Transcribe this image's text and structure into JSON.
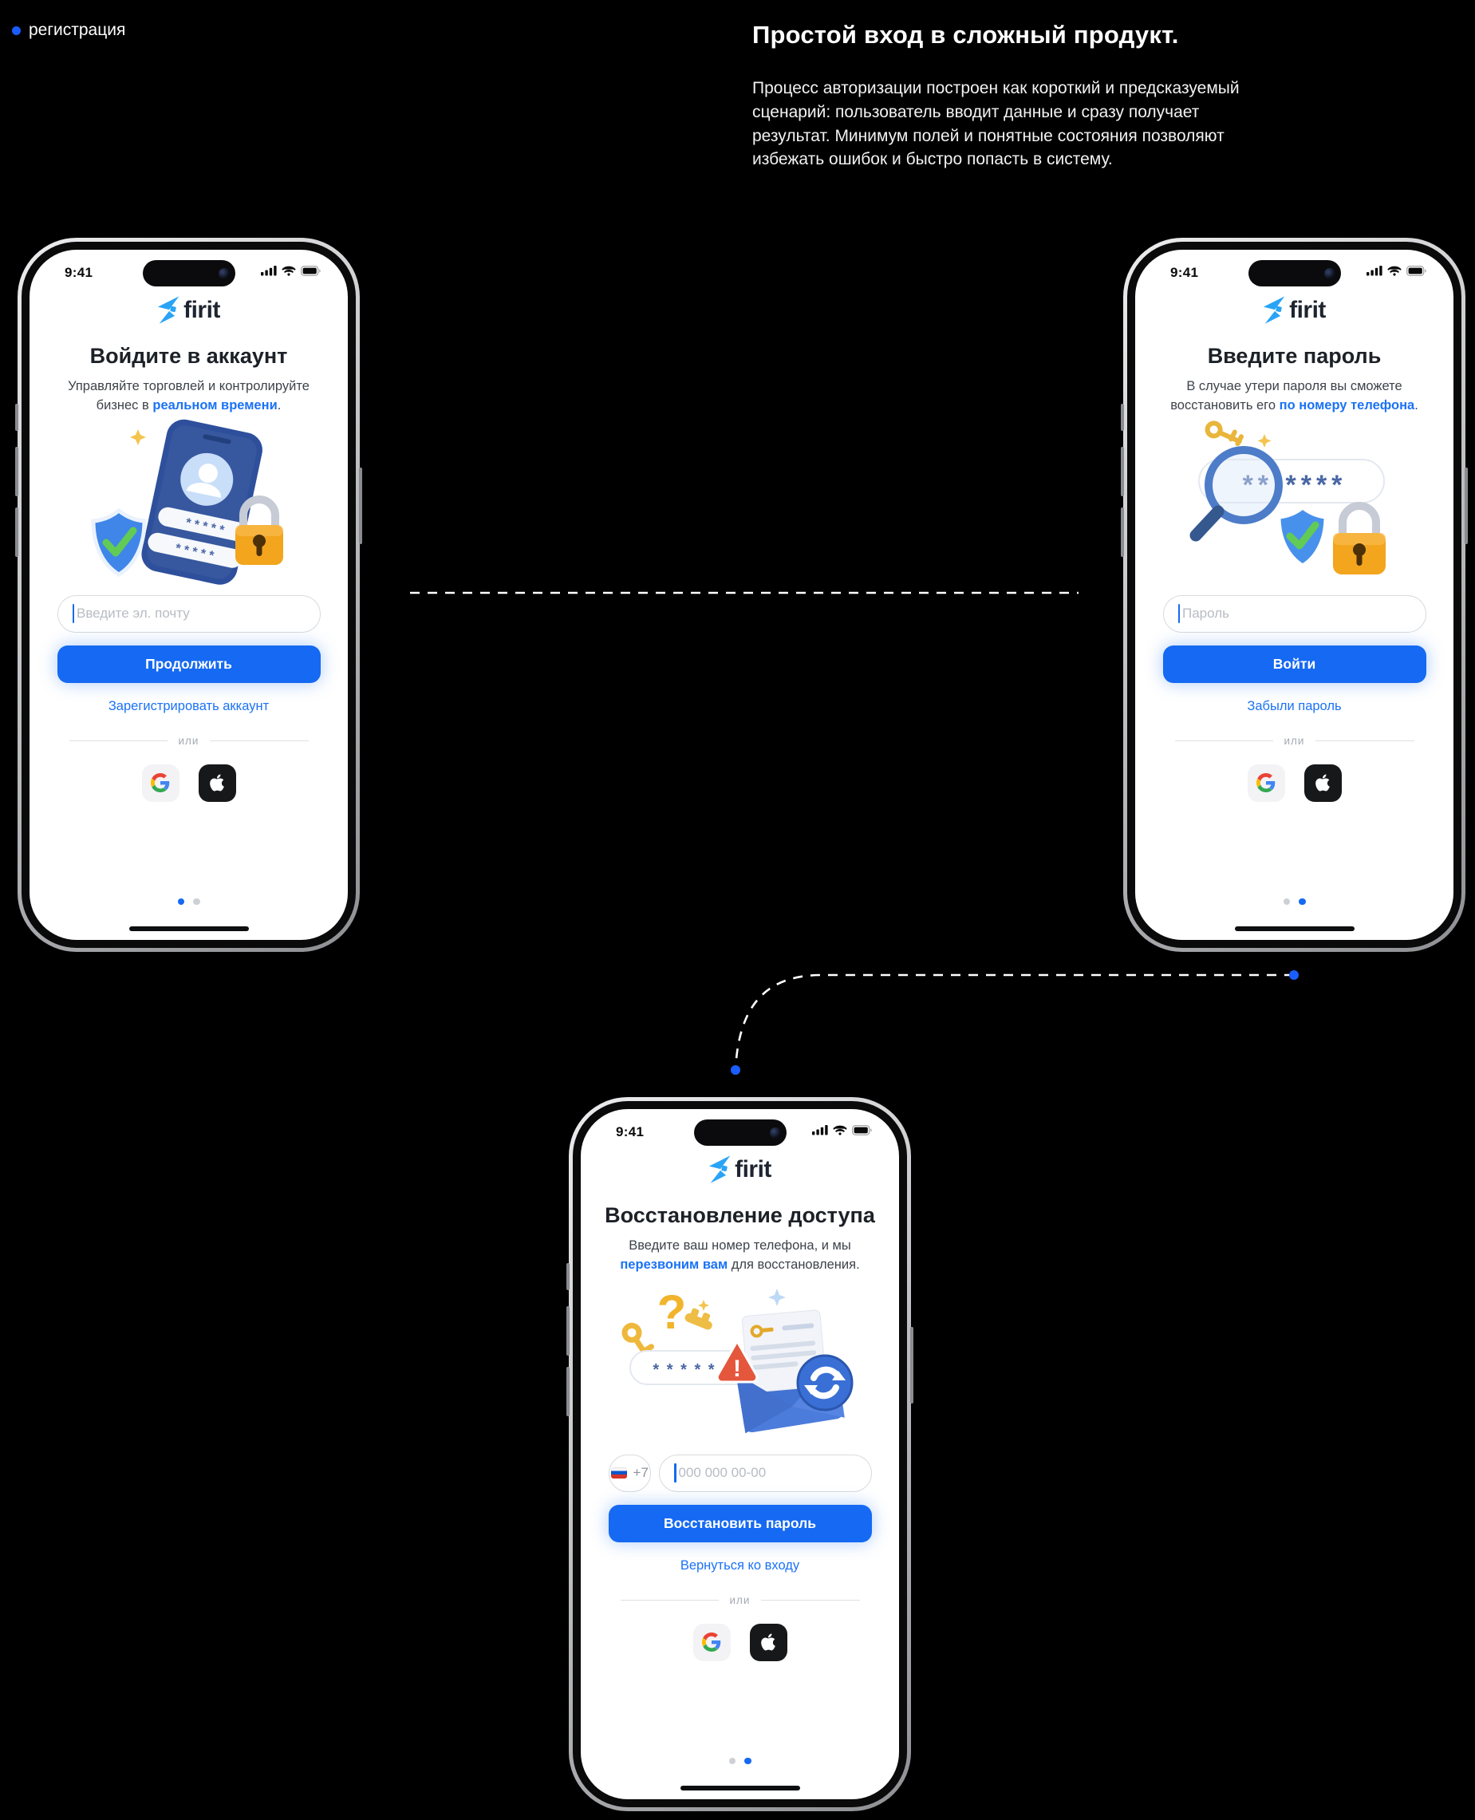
{
  "colors": {
    "page_bg": "#000000",
    "accent_blue": "#1569f2",
    "link_blue": "#1b72f5",
    "tag_dot": "#1a5cff"
  },
  "tag": {
    "label": "регистрация"
  },
  "hero": {
    "title": "Простой вход в сложный продукт.",
    "description": "Процесс авторизации построен как короткий и предсказуемый сценарий: пользователь вводит данные и сразу получает результат. Минимум полей и понятные состояния позволяют избежать ошибок и быстро попасть в систему."
  },
  "icons": {
    "status": [
      "cellular-signal-icon",
      "wifi-icon",
      "battery-icon"
    ],
    "social": [
      "google-g-icon",
      "apple-icon"
    ],
    "country_flag": "russia-flag-icon",
    "camera": "camera-lens"
  },
  "phones": [
    {
      "time": "9:41",
      "brand": "firit",
      "title": "Войдите в аккаунт",
      "subtitle_pre": "Управляйте торговлей и контролируйте бизнес в ",
      "subtitle_link": "реальном времени",
      "subtitle_post": ".",
      "email_placeholder": "Введите эл. почту",
      "primary_button": "Продолжить",
      "secondary_link": "Зарегистрировать аккаунт",
      "divider_label": "или",
      "mask_row1": "* * * * *",
      "mask_row2": "* * * * *",
      "active_dot": 0
    },
    {
      "time": "9:41",
      "brand": "firit",
      "title": "Введите пароль",
      "subtitle_pre": "В случае утери пароля вы сможете восстановить его ",
      "subtitle_link": "по номеру телефона",
      "subtitle_post": ".",
      "password_placeholder": "Пароль",
      "primary_button": "Войти",
      "secondary_link": "Забыли пароль",
      "divider_label": "или",
      "password_mask": "** ****",
      "active_dot": 1
    },
    {
      "time": "9:41",
      "brand": "firit",
      "title": "Восстановление доступа",
      "subtitle_pre": "Введите ваш номер телефона, и мы ",
      "subtitle_link": "перезвоним вам",
      "subtitle_post": " для восстановления.",
      "country_code": "+7",
      "phone_placeholder": "000 000 00-00",
      "primary_button": "Восстановить пароль",
      "secondary_link": "Вернуться ко входу",
      "divider_label": "или",
      "password_mask": "* * * * *",
      "warning_mark": "!",
      "question_mark": "?",
      "active_dot": 1
    }
  ]
}
